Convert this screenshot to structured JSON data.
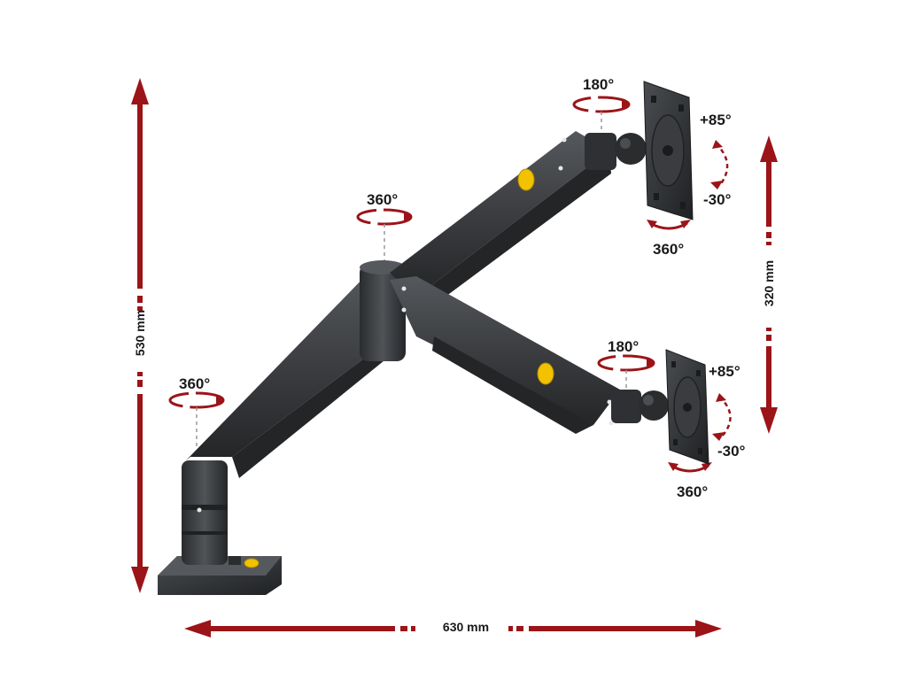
{
  "dimensions": {
    "height": "530 mm",
    "width": "630 mm",
    "monitor_span": "320 mm"
  },
  "rotation_labels": {
    "base": "360°",
    "elbow": "360°",
    "upper_swivel": "180°",
    "upper_tilt_up": "+85°",
    "upper_tilt_down": "-30°",
    "upper_rotate": "360°",
    "lower_swivel": "180°",
    "lower_tilt_up": "+85°",
    "lower_tilt_down": "-30°",
    "lower_rotate": "360°"
  },
  "colors": {
    "arrow": "#9b1418",
    "arm": "#3b3d40",
    "arm_dark": "#26282a",
    "badge": "#f2c200"
  }
}
